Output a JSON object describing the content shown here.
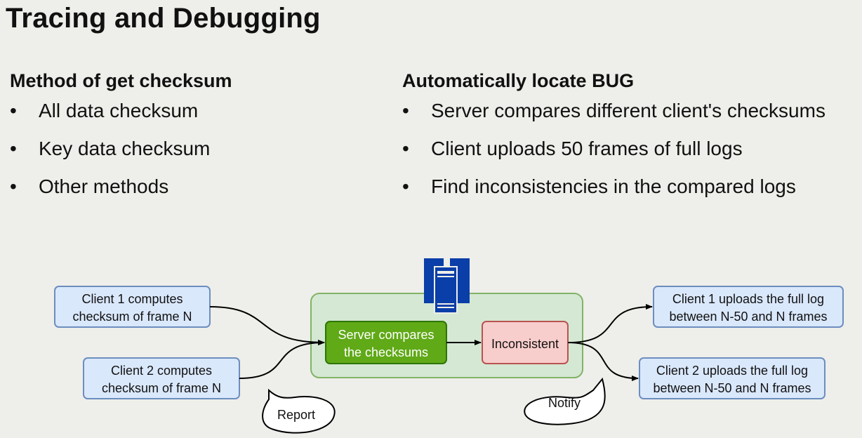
{
  "title": "Tracing and Debugging",
  "left": {
    "heading": "Method of get checksum",
    "bullets": [
      "All data checksum",
      "Key data checksum",
      "Other methods"
    ]
  },
  "right": {
    "heading": "Automatically locate BUG",
    "bullets": [
      "Server compares different client's checksums",
      "Client uploads 50 frames of full logs",
      "Find inconsistencies in the compared logs"
    ]
  },
  "bullet_symbol": "•",
  "diagram": {
    "client1": {
      "line1": "Client 1 computes",
      "line2": "checksum of frame N"
    },
    "client2": {
      "line1": "Client 2 computes",
      "line2": "checksum of frame N"
    },
    "server": {
      "line1": "Server compares",
      "line2": "the checksums"
    },
    "inconsistent": "Inconsistent",
    "upload1": {
      "line1": "Client 1 uploads the full log",
      "line2": "between N-50 and N frames"
    },
    "upload2": {
      "line1": "Client 2 uploads the full log",
      "line2": "between N-50 and N frames"
    },
    "report": "Report",
    "notify": "Notify",
    "server_icon": "server-icon"
  },
  "colors": {
    "background": "#eeeeea",
    "client_fill": "#dae8fc",
    "client_stroke": "#6c8ebf",
    "group_fill": "#d5e8d4",
    "group_stroke": "#82b366",
    "server_fill": "#60a917",
    "server_stroke": "#2d7600",
    "inconsistent_fill": "#f8cecc",
    "inconsistent_stroke": "#b85450",
    "server_icon": "#0a3ea8"
  }
}
